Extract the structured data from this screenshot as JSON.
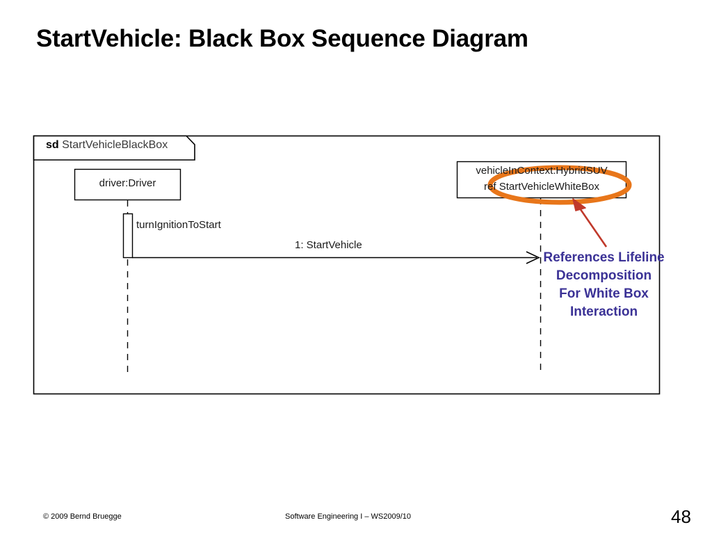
{
  "slide": {
    "title": "StartVehicle: Black Box Sequence Diagram",
    "page_number": "48"
  },
  "diagram": {
    "frame": {
      "keyword": "sd",
      "name": "StartVehicleBlackBox"
    },
    "lifelines": [
      {
        "id": "driver",
        "label": "driver:Driver"
      },
      {
        "id": "vehicle",
        "label_line1": "vehicleInContext:HybridSUV",
        "label_line2": "ref StartVehicleWhiteBox"
      }
    ],
    "activation_label": "turnIgnitionToStart",
    "messages": [
      {
        "sequence": "1",
        "label": "1: StartVehicle",
        "from": "driver",
        "to": "vehicle"
      }
    ],
    "highlight": {
      "shape": "ellipse",
      "color": "#e8761a",
      "target": "ref StartVehicleWhiteBox"
    },
    "callout": {
      "arrow_color": "#c0392b",
      "text_color": "#3b3296",
      "lines": [
        "References Lifeline",
        "Decomposition",
        "For White Box",
        "Interaction"
      ]
    }
  },
  "footer": {
    "copyright": "© 2009 Bernd Bruegge",
    "course": "Software Engineering  I – WS2009/10"
  }
}
